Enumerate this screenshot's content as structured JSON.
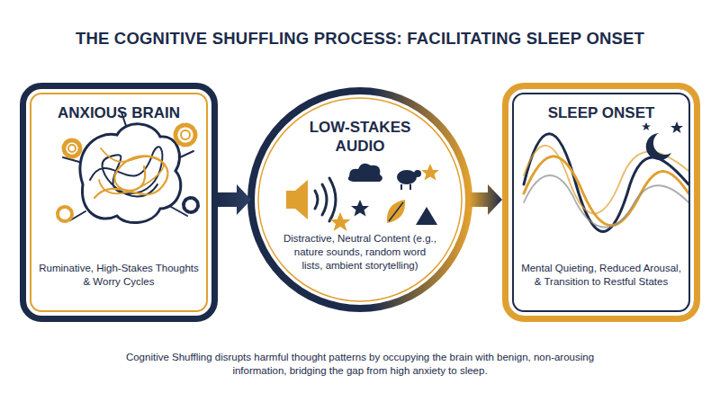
{
  "diagram": {
    "title": "THE COGNITIVE SHUFFLING PROCESS: FACILITATING SLEEP ONSET",
    "caption": "Cognitive Shuffling disrupts harmful thought patterns by occupying the brain with benign, non-arousing information, bridging the gap from high anxiety to sleep.",
    "nodes": [
      {
        "text": [
          "ANXIOUS BRAIN",
          "Ruminative, High-Stakes Thoughts & Worry Cycles"
        ]
      },
      {
        "text": [
          "LOW-STAKES AUDIO",
          "Distractive, Neutral Content (e.g., nature sounds, random word lists, ambient storytelling)"
        ]
      },
      {
        "text": [
          "SLEEP ONSET",
          "Mental Quieting, Reduced Arousal, & Transition to Restful States"
        ]
      }
    ],
    "edges": [
      {
        "from": 0,
        "to": 1,
        "arrow": "to"
      },
      {
        "from": 1,
        "to": 2,
        "arrow": "to"
      }
    ]
  }
}
